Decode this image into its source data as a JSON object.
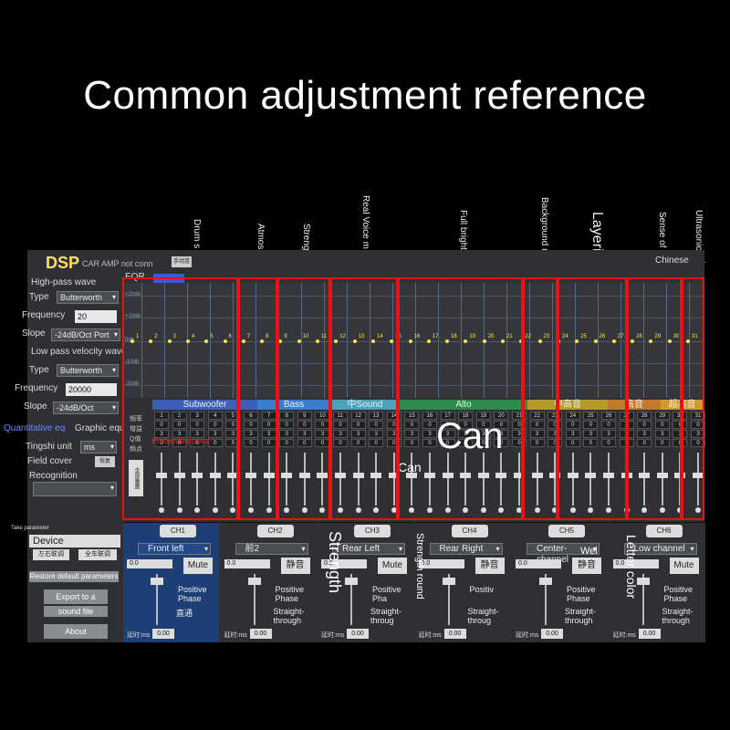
{
  "title": "Common adjustment reference",
  "annotations": [
    {
      "label": "Drum s",
      "big": false
    },
    {
      "label": "Atmos",
      "big": false
    },
    {
      "label": "Strengt",
      "big": false
    },
    {
      "label": "Real Voice m instrument",
      "big": false
    },
    {
      "label": "Full bright- ness",
      "big": false
    },
    {
      "label": "Background m",
      "big": false
    },
    {
      "label": "Layering",
      "big": true
    },
    {
      "label": "Sense of space",
      "big": false
    },
    {
      "label": "Ultrasonic wave",
      "big": false
    }
  ],
  "header": {
    "logo": "DSP",
    "status": "CAR AMP not conn",
    "small_button": "手动连接",
    "chinese_label": "Chinese"
  },
  "left_panel": {
    "highpass_title": "High-pass wave",
    "hp_type_label": "Type",
    "hp_type_value": "Butterworth",
    "hp_freq_label": "Frequency",
    "hp_freq_value": "20",
    "hp_slope_label": "Slope",
    "hp_slope_value": "-24dB/Oct Port",
    "lowpass_title": "Low pass velocity wave",
    "lp_type_label": "Type",
    "lp_type_value": "Butterworth",
    "lp_freq_label": "Frequency",
    "lp_freq_value": "20000",
    "lp_slope_label": "Slope",
    "lp_slope_value": "-24dB/Oct",
    "quant_label": "Quantitative eq",
    "graphic_label": "Graphic equ",
    "tingshi_label": "Tingshi unit",
    "tingshi_value": "ms",
    "field_cover_label": "Field cover",
    "field_cover_btn": "恢复",
    "recognition_label": "Recognition",
    "take_params_label": "Take parameter",
    "device_label": "Device",
    "left_btn": "左右联调",
    "all_btn": "全车联调",
    "restore_label": "Restore default parameters",
    "export_label": "Export to a",
    "sound_label": "sound file",
    "about_label": "About"
  },
  "eq": {
    "tab_label": "EQR",
    "db_ticks": [
      "+20db",
      "+10db",
      "0db",
      "-10db",
      "-20db"
    ],
    "band_numbers": [
      "1",
      "2",
      "3",
      "4",
      "5",
      "6",
      "7",
      "8",
      "9",
      "10",
      "11",
      "12",
      "13",
      "14",
      "15",
      "16",
      "17",
      "18",
      "19",
      "20",
      "21",
      "22",
      "23",
      "24",
      "25",
      "26",
      "27",
      "28",
      "29",
      "30",
      "31"
    ],
    "gain_value": "0",
    "q_value": "3",
    "bands": [
      {
        "label": "Subwoofer",
        "color": "#3d5fb8"
      },
      {
        "label": "Bass",
        "color": "#3a7fcf"
      },
      {
        "label": "中Sound",
        "color": "#4aa3b8"
      },
      {
        "label": "Alto",
        "color": "#2f8a4e"
      },
      {
        "label": "中高音",
        "color": "#b59a2a"
      },
      {
        "label": "高音",
        "color": "#c07a2a"
      },
      {
        "label": "超高音",
        "color": "#d09a2a"
      }
    ],
    "side_labels": [
      "频率",
      "增益",
      "Q值",
      "频点"
    ],
    "all_reset": "全部重置",
    "overlay_big": "Can",
    "overlay_small": "Can",
    "overlay_red": "Pretended point"
  },
  "channels": [
    {
      "name": "CH1",
      "position": "Front left",
      "value": "0.0",
      "mute": "Mute",
      "phase": "Positive Phase",
      "straight": "直通",
      "delay_label": "延时:ms",
      "delay": "0.00"
    },
    {
      "name": "CH2",
      "position": "前2",
      "value": "0.0",
      "mute": "静音",
      "phase": "Positive Phase",
      "straight": "Straight-through",
      "delay_label": "延时:ms",
      "delay": "0.00"
    },
    {
      "name": "CH3",
      "position": "Rear Left",
      "value": "0.0",
      "mute": "Mute",
      "phase": "Positive Pha",
      "straight": "Straight-throug",
      "delay_label": "延时:ms",
      "delay": "0.00"
    },
    {
      "name": "CH4",
      "position": "Rear Right",
      "value": "0.0",
      "mute": "静音",
      "phase": "Positiv",
      "straight": "Straight-throug",
      "delay_label": "延时:ms",
      "delay": "0.00"
    },
    {
      "name": "CH5",
      "position": "Center-channel",
      "value": "0.0",
      "mute": "静音",
      "phase": "Positive Phase",
      "straight": "Straight-through",
      "delay_label": "延时:ms",
      "delay": "0.00"
    },
    {
      "name": "CH6",
      "position": "Low channel",
      "value": "0.0",
      "mute": "Mute",
      "phase": "Positive Phase",
      "straight": "Straight-through",
      "delay_label": "延时:ms",
      "delay": "0.00"
    }
  ],
  "vertical_overlays": [
    "Strength",
    "Strength round",
    "Wei",
    "Letter color"
  ]
}
